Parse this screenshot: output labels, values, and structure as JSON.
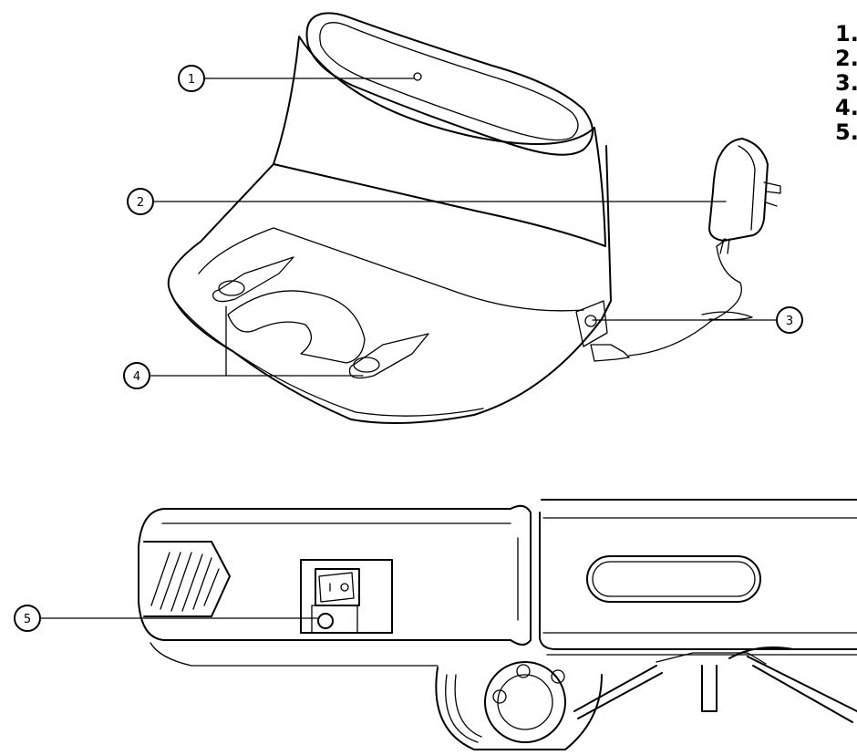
{
  "legend": [
    "1.",
    "2.",
    "3.",
    "4.",
    "5."
  ],
  "callouts": [
    "1",
    "2",
    "3",
    "4",
    "5"
  ]
}
